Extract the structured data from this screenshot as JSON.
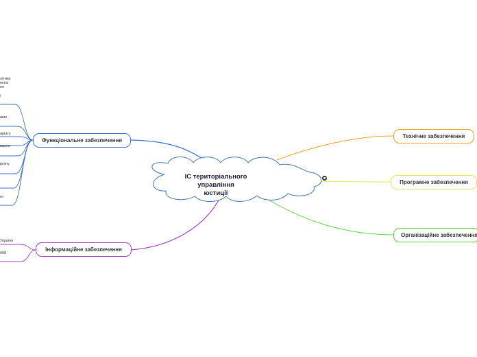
{
  "central": {
    "line1": "ІС територіального управління",
    "line2": "юстиції"
  },
  "branches": {
    "functional": "Функціональне забезпечення",
    "informational": "Інформаційне забезпечення",
    "technical": "Технічне забезпечення",
    "software": "Програмне забезпечення",
    "organizational": "Організаційне забезпечення"
  },
  "functional_leaves": [
    "літики",
    "ектів",
    "ня",
    "і",
    "ших",
    "аріату",
    "вання",
    "ргану",
    "го"
  ],
  "informational_leaves": [
    "України",
    "998"
  ],
  "colors": {
    "functional": "#3a6fd6",
    "informational": "#a23dc6",
    "technical": "#f0a020",
    "software": "#e3e64a",
    "organizational": "#58d63a",
    "central_border": "#3d78b5"
  }
}
